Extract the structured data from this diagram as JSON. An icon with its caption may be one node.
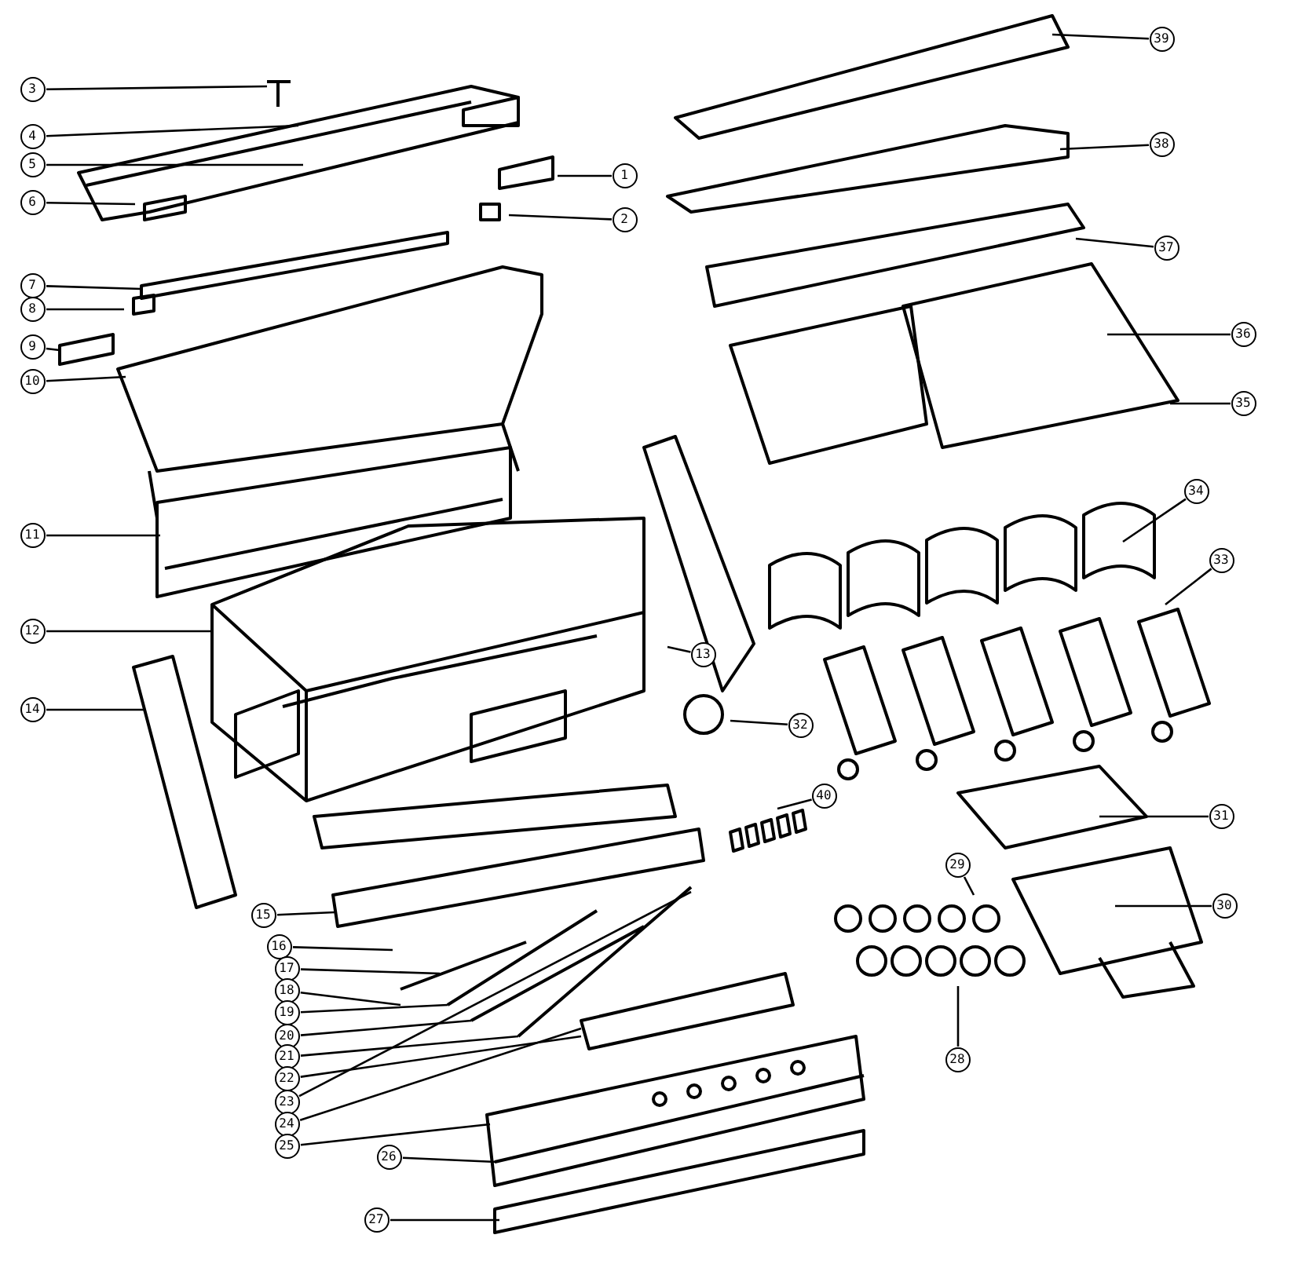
{
  "diagram": {
    "nodes": [
      {
        "text": [
          "1"
        ]
      },
      {
        "text": [
          "2"
        ]
      },
      {
        "text": [
          "3"
        ]
      },
      {
        "text": [
          "4"
        ]
      },
      {
        "text": [
          "5"
        ]
      },
      {
        "text": [
          "6"
        ]
      },
      {
        "text": [
          "7"
        ]
      },
      {
        "text": [
          "8"
        ]
      },
      {
        "text": [
          "9"
        ]
      },
      {
        "text": [
          "10"
        ]
      },
      {
        "text": [
          "11"
        ]
      },
      {
        "text": [
          "12"
        ]
      },
      {
        "text": [
          "13"
        ]
      },
      {
        "text": [
          "14"
        ]
      },
      {
        "text": [
          "15"
        ]
      },
      {
        "text": [
          "16"
        ]
      },
      {
        "text": [
          "17"
        ]
      },
      {
        "text": [
          "18"
        ]
      },
      {
        "text": [
          "19"
        ]
      },
      {
        "text": [
          "20"
        ]
      },
      {
        "text": [
          "21"
        ]
      },
      {
        "text": [
          "22"
        ]
      },
      {
        "text": [
          "23"
        ]
      },
      {
        "text": [
          "24"
        ]
      },
      {
        "text": [
          "25"
        ]
      },
      {
        "text": [
          "26"
        ]
      },
      {
        "text": [
          "27"
        ]
      },
      {
        "text": [
          "28"
        ]
      },
      {
        "text": [
          "29"
        ]
      },
      {
        "text": [
          "30"
        ]
      },
      {
        "text": [
          "31"
        ]
      },
      {
        "text": [
          "32"
        ]
      },
      {
        "text": [
          "33"
        ]
      },
      {
        "text": [
          "34"
        ]
      },
      {
        "text": [
          "35"
        ]
      },
      {
        "text": [
          "36"
        ]
      },
      {
        "text": [
          "37"
        ]
      },
      {
        "text": [
          "38"
        ]
      },
      {
        "text": [
          "39"
        ]
      },
      {
        "text": [
          "40"
        ]
      }
    ],
    "edges": [
      {
        "from": 0,
        "to": null,
        "arrow": "none"
      },
      {
        "from": 1,
        "to": null,
        "arrow": "none"
      },
      {
        "from": 2,
        "to": null,
        "arrow": "none"
      },
      {
        "from": 3,
        "to": null,
        "arrow": "none"
      },
      {
        "from": 4,
        "to": null,
        "arrow": "none"
      },
      {
        "from": 5,
        "to": null,
        "arrow": "none"
      },
      {
        "from": 6,
        "to": null,
        "arrow": "none"
      },
      {
        "from": 7,
        "to": null,
        "arrow": "none"
      },
      {
        "from": 8,
        "to": null,
        "arrow": "none"
      },
      {
        "from": 9,
        "to": null,
        "arrow": "none"
      },
      {
        "from": 10,
        "to": null,
        "arrow": "none"
      },
      {
        "from": 11,
        "to": null,
        "arrow": "none"
      },
      {
        "from": 12,
        "to": null,
        "arrow": "none"
      },
      {
        "from": 13,
        "to": null,
        "arrow": "none"
      },
      {
        "from": 14,
        "to": null,
        "arrow": "none"
      },
      {
        "from": 15,
        "to": null,
        "arrow": "none"
      },
      {
        "from": 16,
        "to": null,
        "arrow": "none"
      },
      {
        "from": 17,
        "to": null,
        "arrow": "none"
      },
      {
        "from": 18,
        "to": null,
        "arrow": "none"
      },
      {
        "from": 19,
        "to": null,
        "arrow": "none"
      },
      {
        "from": 20,
        "to": null,
        "arrow": "none"
      },
      {
        "from": 21,
        "to": null,
        "arrow": "none"
      },
      {
        "from": 22,
        "to": null,
        "arrow": "none"
      },
      {
        "from": 23,
        "to": null,
        "arrow": "none"
      },
      {
        "from": 24,
        "to": null,
        "arrow": "none"
      },
      {
        "from": 25,
        "to": null,
        "arrow": "none"
      },
      {
        "from": 26,
        "to": null,
        "arrow": "none"
      },
      {
        "from": 27,
        "to": null,
        "arrow": "none"
      },
      {
        "from": 28,
        "to": null,
        "arrow": "none"
      },
      {
        "from": 29,
        "to": null,
        "arrow": "none"
      },
      {
        "from": 30,
        "to": null,
        "arrow": "none"
      },
      {
        "from": 31,
        "to": null,
        "arrow": "none"
      },
      {
        "from": 32,
        "to": null,
        "arrow": "none"
      },
      {
        "from": 33,
        "to": null,
        "arrow": "none"
      },
      {
        "from": 34,
        "to": null,
        "arrow": "none"
      },
      {
        "from": 35,
        "to": null,
        "arrow": "none"
      },
      {
        "from": 36,
        "to": null,
        "arrow": "none"
      },
      {
        "from": 37,
        "to": null,
        "arrow": "none"
      },
      {
        "from": 38,
        "to": null,
        "arrow": "none"
      },
      {
        "from": 39,
        "to": null,
        "arrow": "none"
      }
    ]
  }
}
